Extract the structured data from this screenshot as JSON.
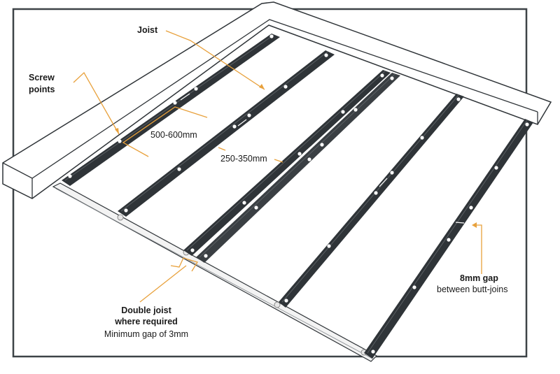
{
  "labels": {
    "joist": "Joist",
    "screw_points_line1": "Screw",
    "screw_points_line2": "points",
    "spacing_screws": "500-600mm",
    "spacing_joists": "250-350mm",
    "gap_title": "8mm gap",
    "gap_sub": "between butt-joins",
    "double_line1": "Double joist",
    "double_line2": "where required",
    "double_sub": "Minimum gap of 3mm"
  },
  "colors": {
    "frame": "#3d4347",
    "joist_dark": "#2f3438",
    "joist_mid": "#5a5f63",
    "leader": "#e8a13c",
    "screw": "#ffffff"
  }
}
